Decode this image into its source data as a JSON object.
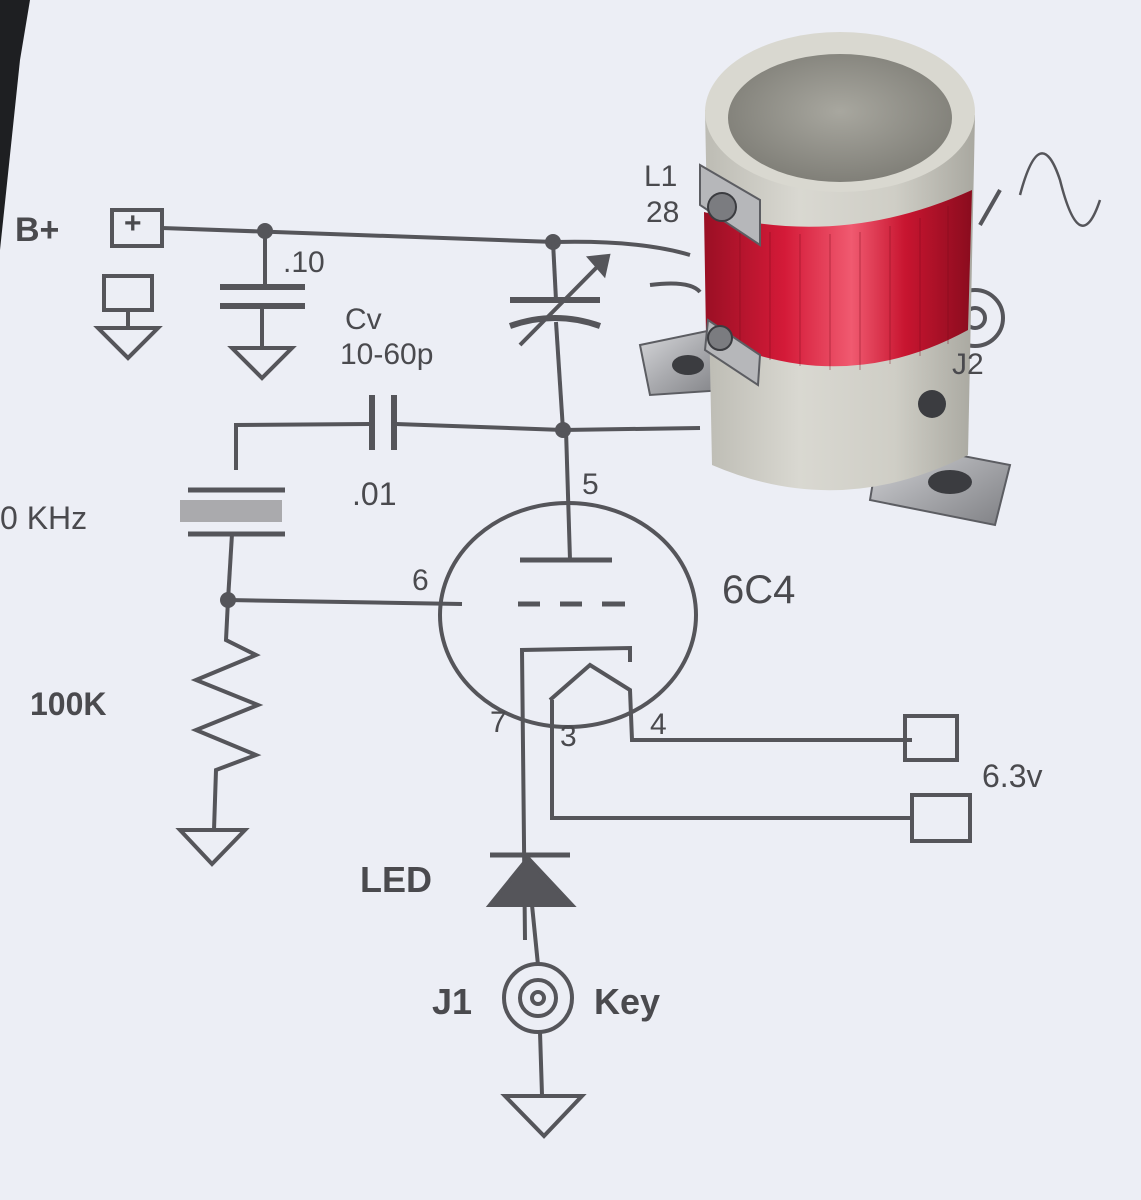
{
  "colors": {
    "paper": "#eceef5",
    "ink": "#4a4a4e",
    "coil_wire": "#c41732",
    "coil_form": "#d4d3cc",
    "background": "#1e1f22"
  },
  "labels": {
    "b_plus": "B+",
    "b_plus_symbol": "+",
    "cap_b_plus": ".10",
    "cv_name": "Cv",
    "cv_range": "10-60p",
    "cap_coupling": ".01",
    "crystal_freq": "0 KHz",
    "resistor": "100K",
    "pin_plate": "5",
    "pin_grid": "6",
    "tube": "6C4",
    "pin_cathode": "7",
    "pin_heater_a": "3",
    "pin_heater_b": "4",
    "heater_voltage": "6.3v",
    "led": "LED",
    "j1": "J1",
    "key": "Key",
    "coil_name": "L1",
    "coil_turns": "28",
    "j2": "J2"
  },
  "icons": [
    "ground-icon",
    "capacitor-icon",
    "variable-capacitor-icon",
    "crystal-icon",
    "resistor-icon",
    "vacuum-tube-icon",
    "diode-icon",
    "jack-icon",
    "coil-form-photo"
  ]
}
